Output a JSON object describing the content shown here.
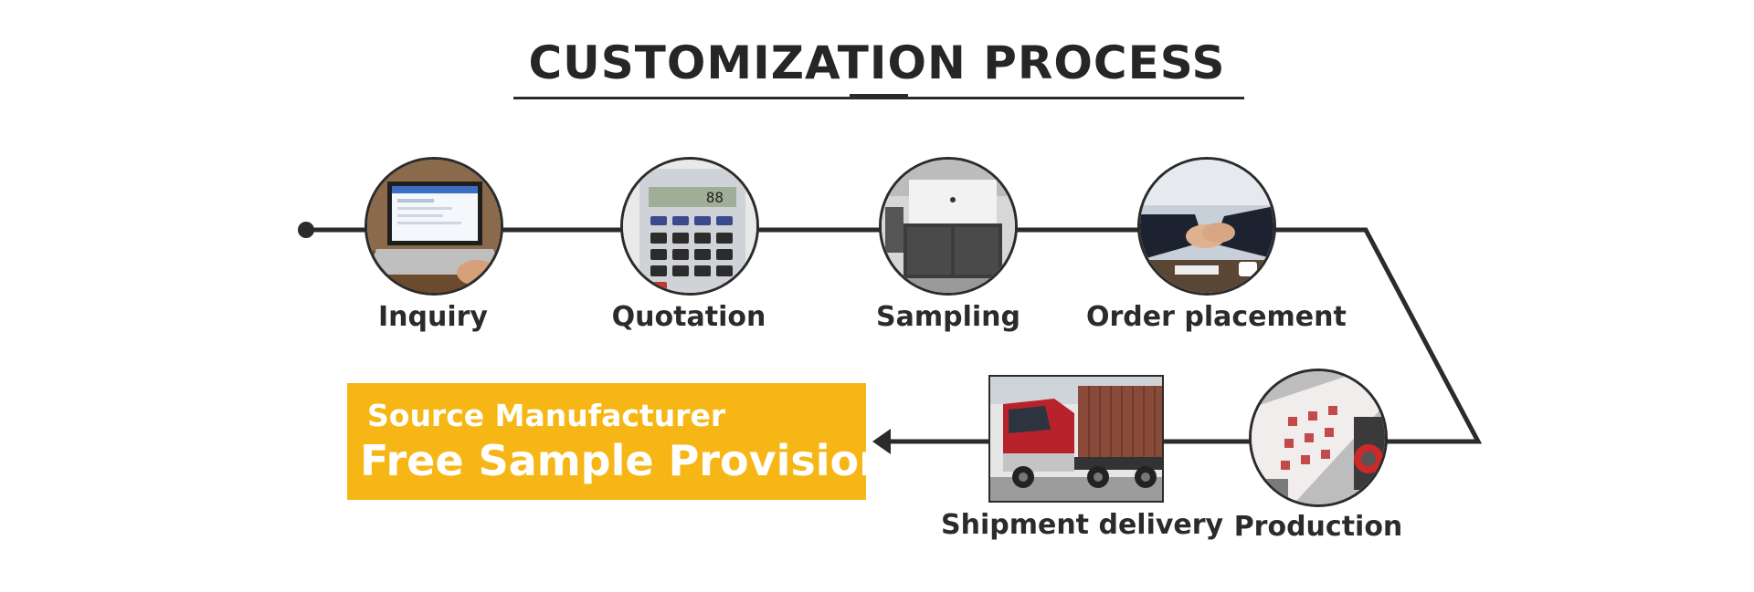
{
  "title": "CUSTOMIZATION PROCESS",
  "steps": [
    {
      "label": "Inquiry",
      "icon": "laptop-photo-icon"
    },
    {
      "label": "Quotation",
      "icon": "calculator-photo-icon"
    },
    {
      "label": "Sampling",
      "icon": "printer-machine-photo-icon"
    },
    {
      "label": "Order placement",
      "icon": "handshake-photo-icon"
    },
    {
      "label": "Production",
      "icon": "production-machine-photo-icon"
    },
    {
      "label": "Shipment delivery",
      "icon": "truck-photo-icon"
    }
  ],
  "banner": {
    "subtitle": "Source Manufacturer",
    "headline": "Free Sample Provision"
  },
  "colors": {
    "line": "#2b2b2b",
    "accent": "#f6b616",
    "text": "#2b2b2b"
  }
}
